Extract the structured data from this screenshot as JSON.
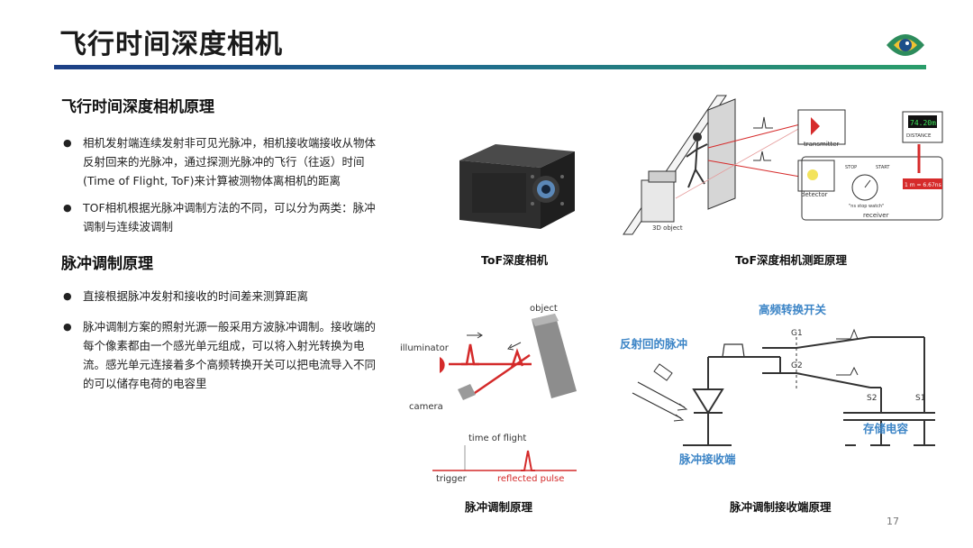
{
  "slide": {
    "title": "飞行时间深度相机",
    "page_number": "17"
  },
  "section1": {
    "heading": "飞行时间深度相机原理",
    "bullets": [
      "相机发射端连续发射非可见光脉冲，相机接收端接收从物体反射回来的光脉冲，通过探测光脉冲的飞行（往返）时间(Time of Flight, ToF)来计算被测物体离相机的距离",
      "TOF相机根据光脉冲调制方法的不同，可以分为两类：脉冲调制与连续波调制"
    ]
  },
  "section2": {
    "heading": "脉冲调制原理",
    "bullets": [
      "直接根据脉冲发射和接收的时间差来测算距离",
      "脉冲调制方案的照射光源一般采用方波脉冲调制。接收端的每个像素都由一个感光单元组成，可以将入射光转换为电流。感光单元连接着多个高频转换开关可以把电流导入不同的可以储存电荷的电容里"
    ]
  },
  "figures": {
    "camera": {
      "caption": "ToF深度相机"
    },
    "ranging": {
      "caption": "ToF深度相机测距原理",
      "labels": {
        "object": "3D object",
        "transmitter": "transmitter",
        "detector": "detector",
        "receiver": "receiver",
        "stop": "STOP",
        "start": "START",
        "watch": "\"ns stop watch\"",
        "display_value": "74.20m",
        "display_label": "DISTANCE",
        "formula": "1 m = 6.67ns"
      }
    },
    "pulse": {
      "caption": "脉冲调制原理",
      "labels": {
        "object": "object",
        "illuminator": "illuminator",
        "camera": "camera",
        "time_of_flight": "time of flight",
        "trigger": "trigger",
        "reflected_pulse": "reflected pulse"
      }
    },
    "receiver": {
      "caption": "脉冲调制接收端原理",
      "labels": {
        "switch": "高频转换开关",
        "reflected": "反射回的脉冲",
        "photo": "脉冲接收端",
        "storage": "存储电容",
        "g1": "G1",
        "g2": "G2",
        "s1": "S1",
        "s2": "S2"
      }
    }
  },
  "colors": {
    "rule_start": "#1d3f86",
    "rule_end": "#2a9d6a",
    "blue_label": "#3b84c6",
    "pulse_red": "#d42a2a"
  }
}
